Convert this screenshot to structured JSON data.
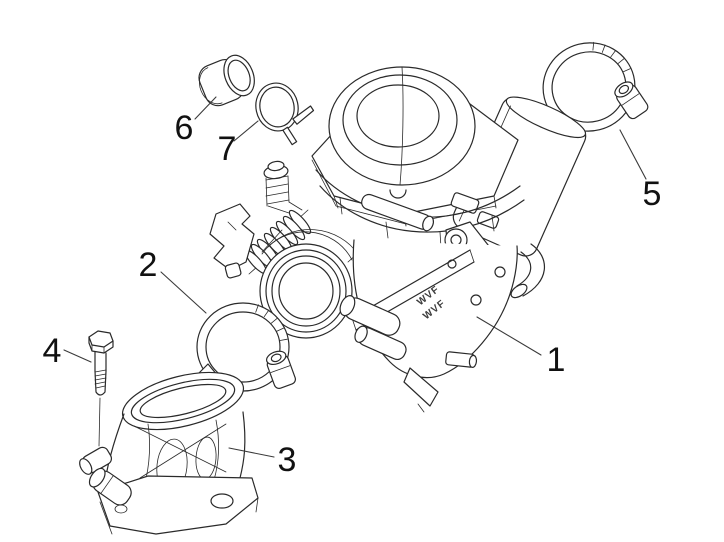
{
  "figure": {
    "kind": "exploded-parts-diagram",
    "background_color": "#ffffff",
    "line_color": "#2a2a2a",
    "label_color": "#111111"
  },
  "callouts": [
    {
      "number": "1",
      "part": "carburettor-assembly"
    },
    {
      "number": "2",
      "part": "hose-clamp-lower"
    },
    {
      "number": "3",
      "part": "intake-manifold"
    },
    {
      "number": "4",
      "part": "hex-bolt"
    },
    {
      "number": "5",
      "part": "hose-clamp-upper"
    },
    {
      "number": "6",
      "part": "spacer-bushing"
    },
    {
      "number": "7",
      "part": "wire-spring-clamp"
    }
  ],
  "markings": {
    "bowl_text_line1": "WVF",
    "bowl_text_line2": "WVF"
  }
}
